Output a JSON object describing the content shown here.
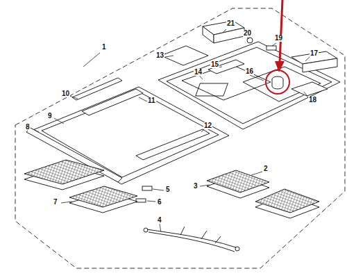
{
  "diagram": {
    "labels": [
      "1",
      "21",
      "20",
      "19",
      "17",
      "13",
      "15",
      "14",
      "16",
      "18",
      "10",
      "11",
      "9",
      "8",
      "12",
      "5",
      "6",
      "2",
      "3",
      "7",
      "4"
    ]
  }
}
